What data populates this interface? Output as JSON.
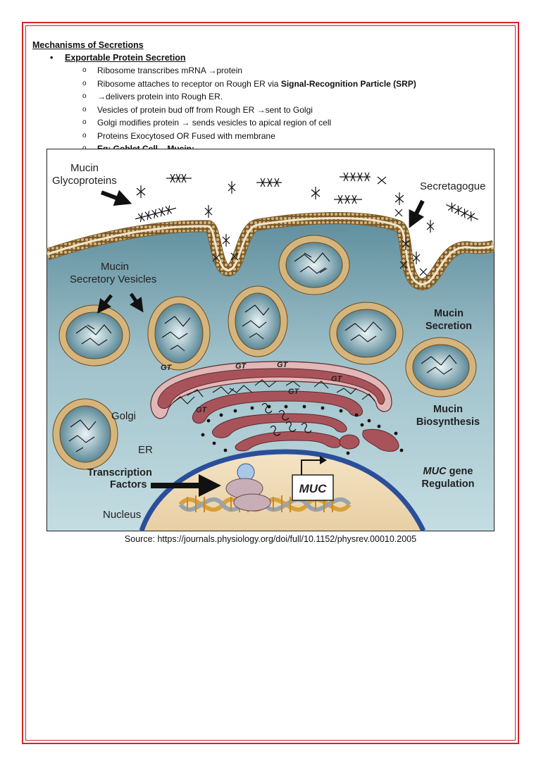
{
  "document": {
    "heading": "Mechanisms of Secretions",
    "bullet": "Exportable Protein Secretion",
    "steps": [
      "Ribosome transcribes mRNA →protein",
      "Ribosome attaches to receptor on Rough ER via ",
      "→delivers protein into Rough ER.",
      "Vesicles of protein bud off from Rough ER →sent to Golgi",
      "Golgi modifies protein → sends vesicles to apical region of cell",
      "Proteins Exocytosed OR Fused with membrane"
    ],
    "srp_bold": "Signal-Recognition Particle (SRP)",
    "example": "Eg: Goblet Cell – Mucin:",
    "source": "Source: https://journals.physiology.org/doi/full/10.1152/physrev.00010.2005"
  },
  "figure": {
    "labels": {
      "mucin_glyco_1": "Mucin",
      "mucin_glyco_2": "Glycoproteins",
      "secretagogue": "Secretagogue",
      "vesicles_1": "Mucin",
      "vesicles_2": "Secretory Vesicles",
      "secretion_1": "Mucin",
      "secretion_2": "Secretion",
      "biosynth_1": "Mucin",
      "biosynth_2": "Biosynthesis",
      "golgi": "Golgi",
      "er": "ER",
      "tf_1": "Transcription",
      "tf_2": "Factors",
      "nucleus": "Nucleus",
      "muc_gene_italic": "MUC",
      "muc_gene_rest": " gene",
      "regulation": "Regulation",
      "muc_box": "MUC",
      "gt": "GT"
    },
    "colors": {
      "background_top": "#ffffff",
      "cytoplasm": "#8fb3bf",
      "membrane": "#c7a36a",
      "golgi": "#a8535a",
      "nucleus": "#efd9b3",
      "nuclear_envelope": "#2a4f9a",
      "dna": "#d9a13a"
    }
  }
}
